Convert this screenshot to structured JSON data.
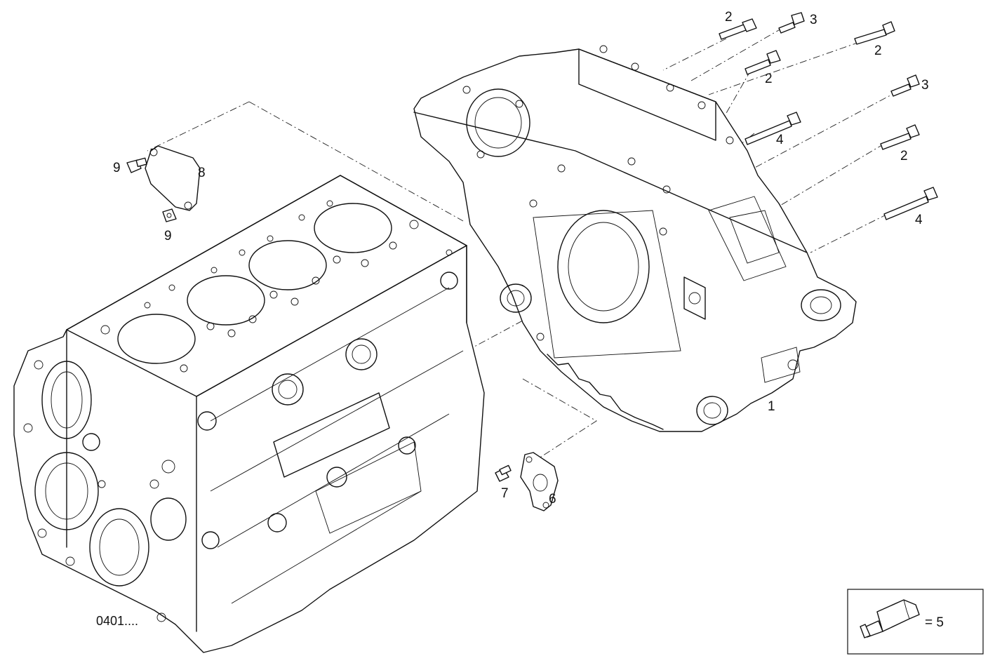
{
  "diagram": {
    "reference_code": "0401....",
    "legend": {
      "symbol": "sealant-tube-icon",
      "text": "= 5"
    },
    "callouts": [
      {
        "key": "c2a",
        "label": "2"
      },
      {
        "key": "c3a",
        "label": "3"
      },
      {
        "key": "c2b",
        "label": "2"
      },
      {
        "key": "c2c",
        "label": "2"
      },
      {
        "key": "c3b",
        "label": "3"
      },
      {
        "key": "c4a",
        "label": "4"
      },
      {
        "key": "c2d",
        "label": "2"
      },
      {
        "key": "c4b",
        "label": "4"
      },
      {
        "key": "c1",
        "label": "1"
      },
      {
        "key": "c9a",
        "label": "9"
      },
      {
        "key": "c8",
        "label": "8"
      },
      {
        "key": "c9b",
        "label": "9"
      },
      {
        "key": "c7",
        "label": "7"
      },
      {
        "key": "c6",
        "label": "6"
      }
    ]
  }
}
